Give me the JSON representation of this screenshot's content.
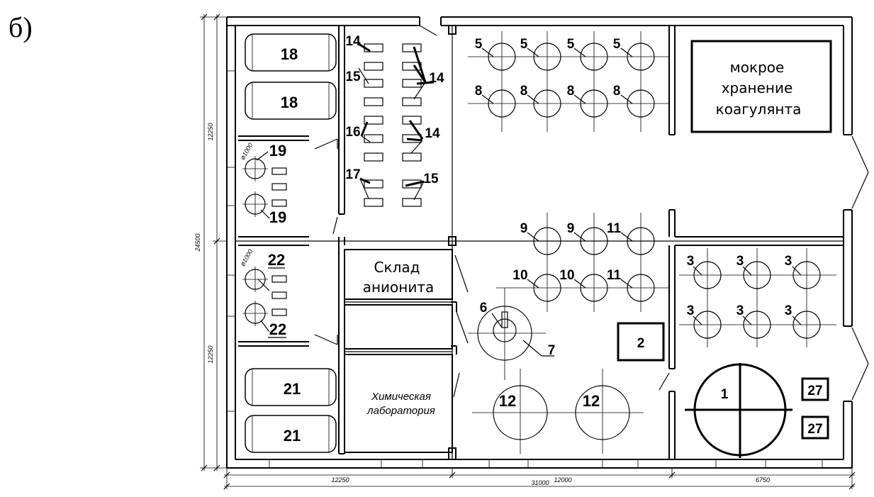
{
  "figure_label": "б)",
  "rooms": {
    "wet_storage": [
      "мокрое",
      "хранение",
      "коагулянта"
    ],
    "anionite_store": [
      "Склад",
      "анионита"
    ],
    "chem_lab": [
      "Химическая",
      "лаборатория"
    ]
  },
  "equipment_numbers": {
    "n1": "1",
    "n2": "2",
    "n3": "3",
    "n5": "5",
    "n6": "6",
    "n7": "7",
    "n8": "8",
    "n9": "9",
    "n10": "10",
    "n11": "11",
    "n12": "12",
    "n14": "14",
    "n15": "15",
    "n16": "16",
    "n17": "17",
    "n18": "18",
    "n19": "19",
    "n21": "21",
    "n22": "22",
    "n27": "27"
  },
  "diameter_notes": {
    "d1000": "ø1000"
  },
  "dimensions": {
    "left_top": "12250",
    "left_total": "24500",
    "left_bottom": "12250",
    "bottom_a": "12250",
    "bottom_b": "12000",
    "bottom_c": "6750",
    "bottom_total": "31000"
  }
}
